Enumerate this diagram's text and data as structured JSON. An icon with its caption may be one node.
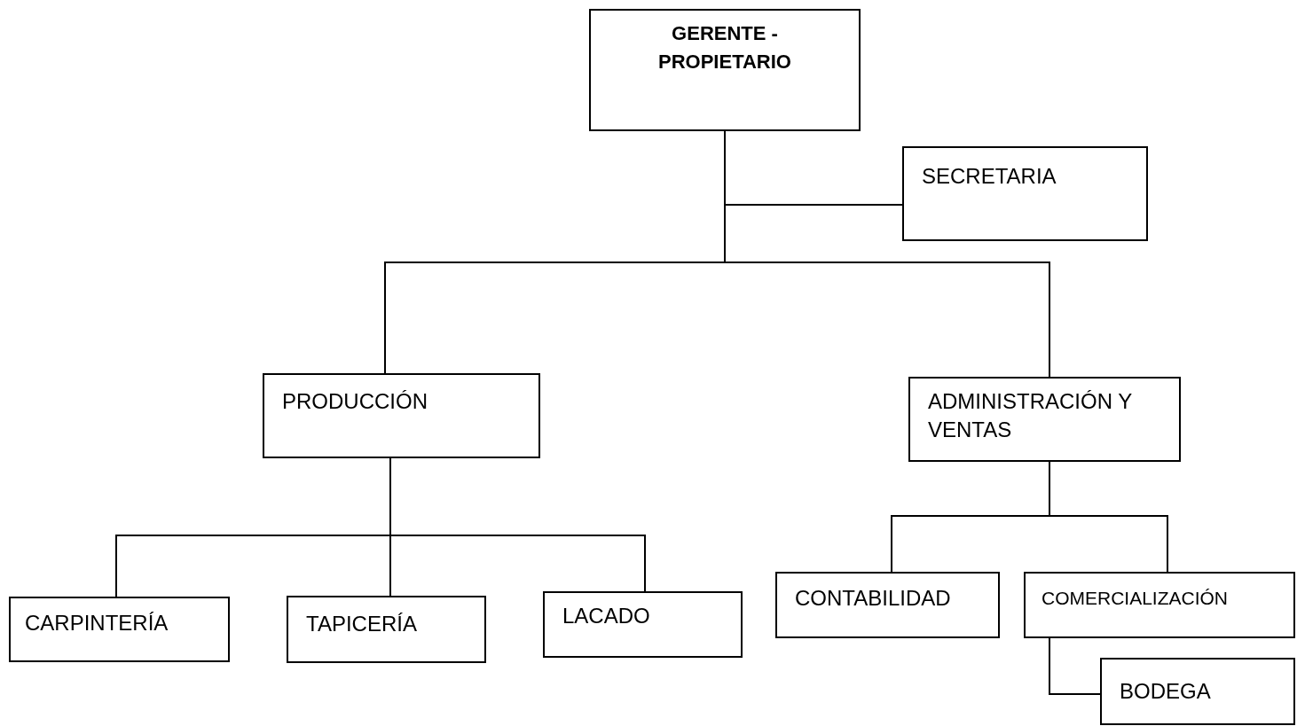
{
  "diagram": {
    "nodes": [
      {
        "text": [
          "GERENTE - PROPIETARIO"
        ]
      },
      {
        "text": [
          "SECRETARIA"
        ]
      },
      {
        "text": [
          "PRODUCCIÓN"
        ]
      },
      {
        "text": [
          "ADMINISTRACIÓN Y VENTAS"
        ]
      },
      {
        "text": [
          "CARPINTERÍA"
        ]
      },
      {
        "text": [
          "TAPICERÍA"
        ]
      },
      {
        "text": [
          "LACADO"
        ]
      },
      {
        "text": [
          "CONTABILIDAD"
        ]
      },
      {
        "text": [
          "COMERCIALIZACIÓN"
        ]
      },
      {
        "text": [
          "BODEGA"
        ]
      }
    ],
    "edges": [
      {
        "from": 0,
        "to": 1,
        "arrow": "none"
      },
      {
        "from": 0,
        "to": 2,
        "arrow": "none"
      },
      {
        "from": 0,
        "to": 3,
        "arrow": "none"
      },
      {
        "from": 2,
        "to": 4,
        "arrow": "none"
      },
      {
        "from": 2,
        "to": 5,
        "arrow": "none"
      },
      {
        "from": 2,
        "to": 6,
        "arrow": "none"
      },
      {
        "from": 3,
        "to": 7,
        "arrow": "none"
      },
      {
        "from": 3,
        "to": 8,
        "arrow": "none"
      },
      {
        "from": 8,
        "to": 9,
        "arrow": "none"
      }
    ]
  }
}
